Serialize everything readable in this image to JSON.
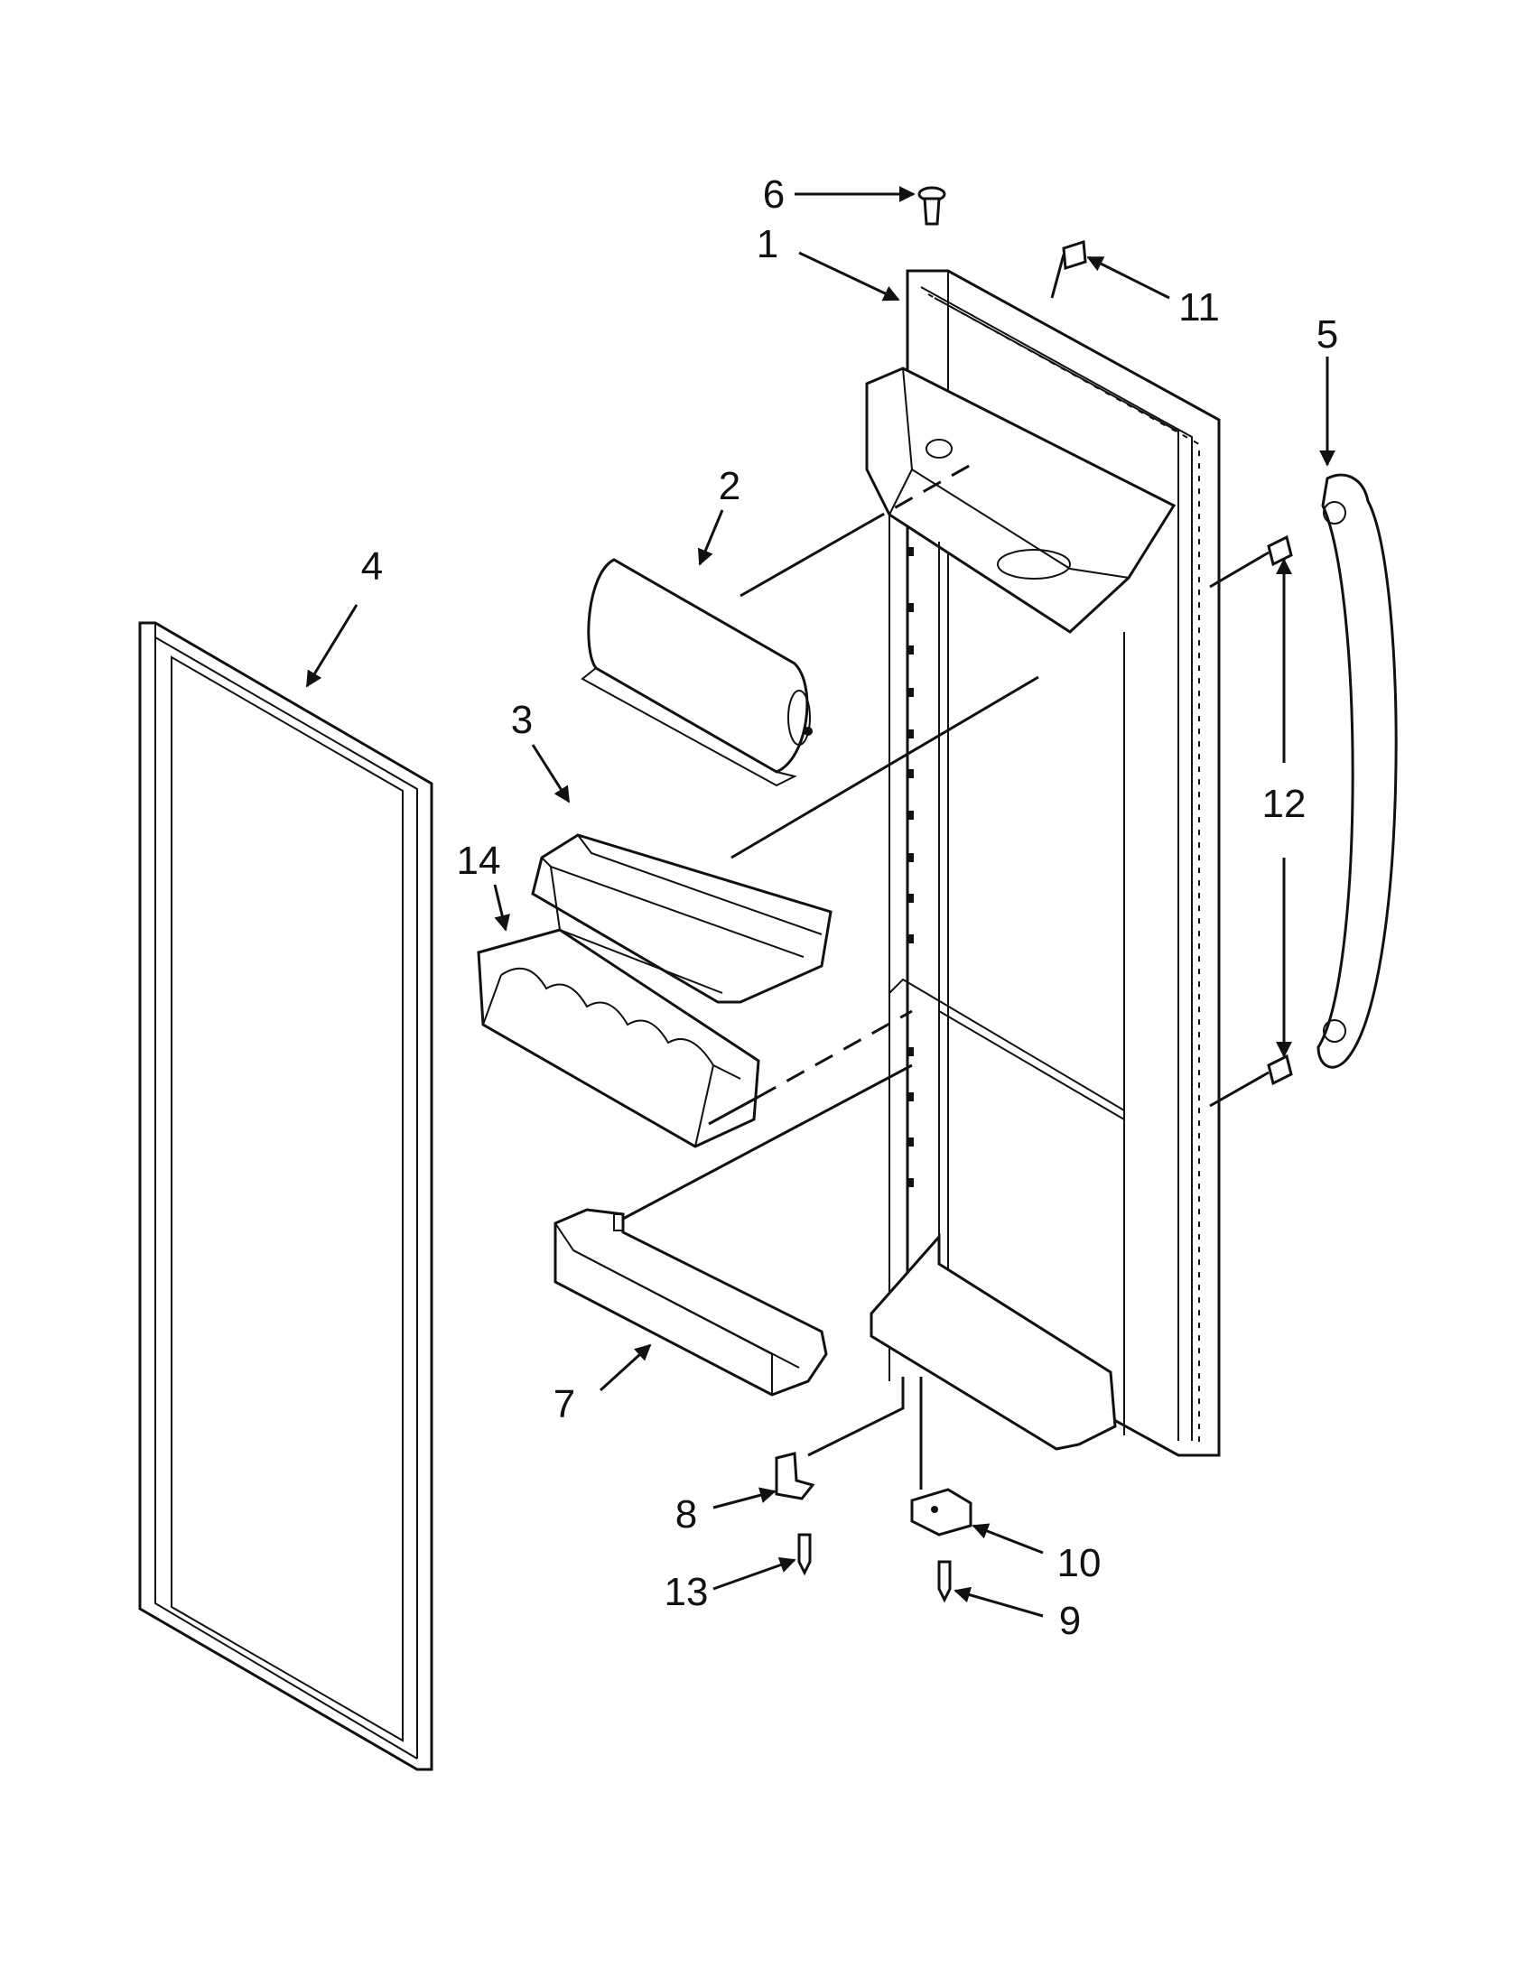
{
  "diagram": {
    "callouts": [
      {
        "id": "1",
        "text": "1"
      },
      {
        "id": "2",
        "text": "2"
      },
      {
        "id": "3",
        "text": "3"
      },
      {
        "id": "4",
        "text": "4"
      },
      {
        "id": "5",
        "text": "5"
      },
      {
        "id": "6",
        "text": "6"
      },
      {
        "id": "7",
        "text": "7"
      },
      {
        "id": "8",
        "text": "8"
      },
      {
        "id": "9",
        "text": "9"
      },
      {
        "id": "10",
        "text": "10"
      },
      {
        "id": "11",
        "text": "11"
      },
      {
        "id": "12",
        "text": "12"
      },
      {
        "id": "13",
        "text": "13"
      },
      {
        "id": "14",
        "text": "14"
      }
    ],
    "colors": {
      "line": "#111111",
      "background": "#ffffff"
    }
  }
}
